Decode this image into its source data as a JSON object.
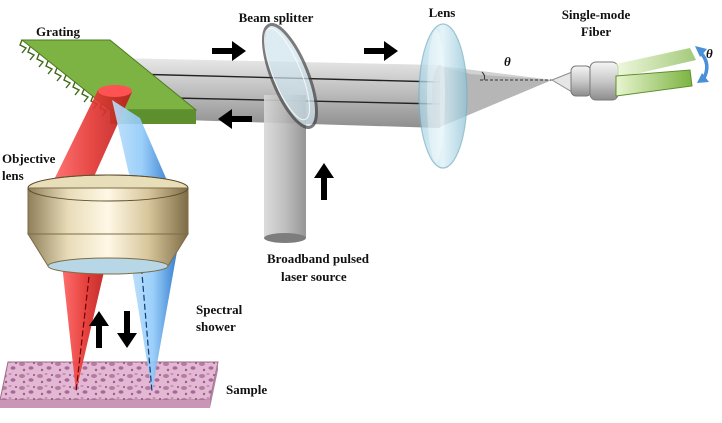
{
  "labels": {
    "grating": "Grating",
    "beam_splitter": "Beam splitter",
    "lens": "Lens",
    "fiber_line1": "Single-mode",
    "fiber_line2": "Fiber",
    "theta": "θ",
    "objective_line1": "Objective",
    "objective_line2": "lens",
    "source_line1": "Broadband pulsed",
    "source_line2": "laser source",
    "shower_line1": "Spectral",
    "shower_line2": "shower",
    "sample": "Sample"
  },
  "colors": {
    "grating": "#7cb342",
    "beam": "#9e9e9e",
    "red_beam": "#e53935",
    "blue_beam": "#64b5f6",
    "objective": "#c8b27e",
    "fiber_tip": "#9ccc65",
    "angle_arrow": "#4a90d9",
    "sample": "#d7a6c6",
    "arrow": "#000000"
  },
  "icons": {
    "flow_arrow": "black-arrow",
    "tilt_arrow": "double-headed-curved-arrow"
  }
}
